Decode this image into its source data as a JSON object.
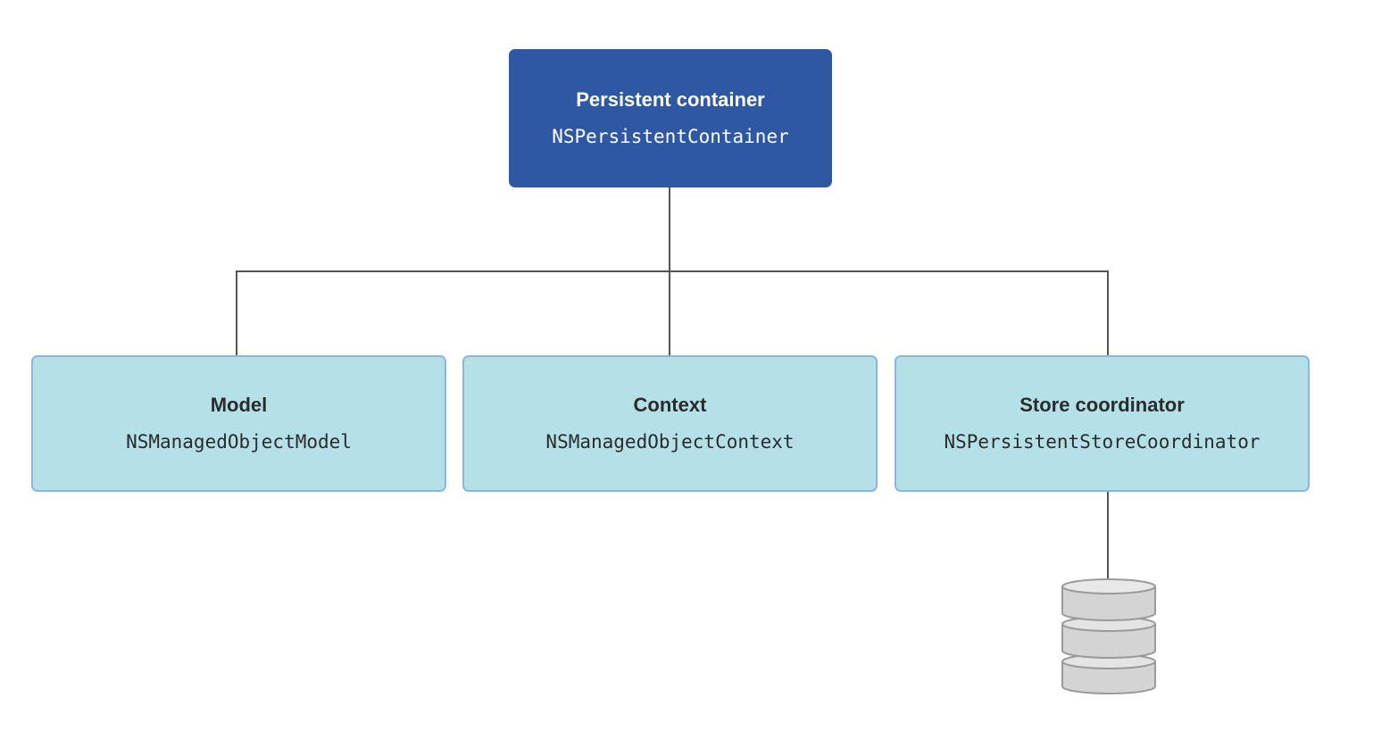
{
  "diagram": {
    "root": {
      "title": "Persistent container",
      "class_name": "NSPersistentContainer",
      "color": "#2e57a4"
    },
    "children": [
      {
        "title": "Model",
        "class_name": "NSManagedObjectModel"
      },
      {
        "title": "Context",
        "class_name": "NSManagedObjectContext"
      },
      {
        "title": "Store coordinator",
        "class_name": "NSPersistentStoreCoordinator"
      }
    ],
    "child_color": "#b4e0e8",
    "store_icon": "database-icon",
    "connectors": [
      {
        "from": "Persistent container",
        "to": "Model"
      },
      {
        "from": "Persistent container",
        "to": "Context"
      },
      {
        "from": "Persistent container",
        "to": "Store coordinator"
      },
      {
        "from": "Store coordinator",
        "to": "database-icon"
      }
    ]
  }
}
